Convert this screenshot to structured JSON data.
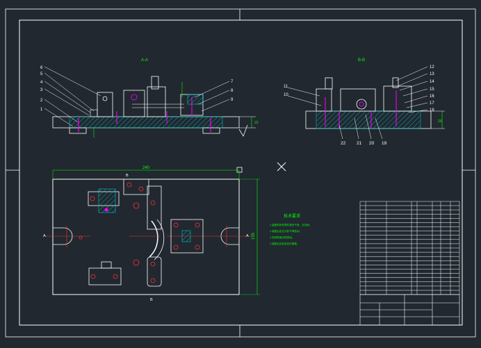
{
  "views": {
    "section_aa": "A-A",
    "section_bb": "B-B"
  },
  "balloons_left": [
    "6",
    "5",
    "4",
    "3",
    "2",
    "1"
  ],
  "balloons_right_a": [
    "7",
    "8",
    "9"
  ],
  "balloons_right_b": [
    "12",
    "13",
    "14",
    "15",
    "16",
    "17",
    "18"
  ],
  "balloons_b_left": [
    "11",
    "10"
  ],
  "balloons_b_bottom": [
    "22",
    "21",
    "20",
    "19"
  ],
  "dimensions": {
    "width": "240",
    "height": "155",
    "section_height": "22",
    "b_height": "20"
  },
  "section_marks": {
    "a_left": "A",
    "a_right": "A",
    "b_top": "B",
    "b_bottom": "B"
  },
  "tech_requirements": {
    "title": "技术要求",
    "lines": [
      "1.装配前所有零件清洗干净，去毛刺。",
      "2.装配后定位元件不得松动。",
      "3.夹具表面涂防锈油。",
      "4.装配后应检查定位精度。"
    ]
  },
  "colors": {
    "background": "#212830",
    "lines": "#ffffff",
    "dimension": "#00ff00",
    "hatch": "#00c8c8",
    "part": "#ff00ff",
    "label_red": "#ff3030"
  }
}
